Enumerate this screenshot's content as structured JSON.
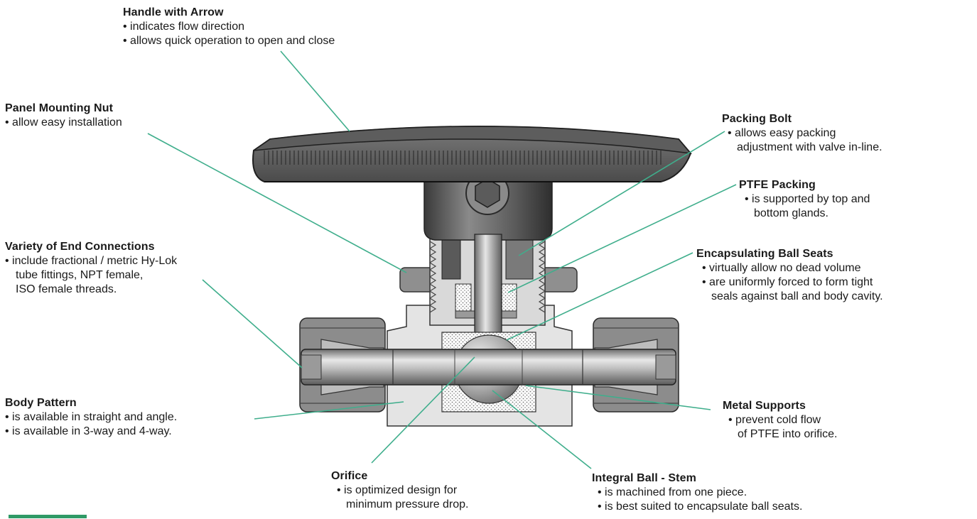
{
  "colors": {
    "leader": "#3fae8c",
    "metal_dark": "#4a4a4a",
    "metal_mid": "#8e8e8e",
    "metal_light": "#cfcfcf",
    "body_fill": "#e6e6e6"
  },
  "callouts": {
    "handle": {
      "title": "Handle with Arrow",
      "bullets": [
        "• indicates flow direction",
        "• allows quick operation to open and close"
      ]
    },
    "panel_nut": {
      "title": "Panel Mounting Nut",
      "bullets": [
        "• allow easy installation"
      ]
    },
    "variety": {
      "title": "Variety of End Connections",
      "bullets": [
        "• include fractional / metric Hy-Lok",
        "tube fittings, NPT female,",
        "ISO female threads."
      ]
    },
    "body_pattern": {
      "title": "Body Pattern",
      "bullets": [
        "• is available in straight and angle.",
        "• is available in 3-way and 4-way."
      ]
    },
    "orifice": {
      "title": "Orifice",
      "bullets": [
        "• is optimized design for",
        "minimum pressure drop."
      ]
    },
    "ball_stem": {
      "title": "Integral Ball - Stem",
      "bullets": [
        "• is machined from one piece.",
        "• is best suited to encapsulate ball seats."
      ]
    },
    "metal_supports": {
      "title": "Metal Supports",
      "bullets": [
        "• prevent cold flow",
        "of PTFE into orifice."
      ]
    },
    "ball_seats": {
      "title": "Encapsulating Ball Seats",
      "bullets": [
        "• virtually allow no dead volume",
        "• are uniformly forced to form tight",
        "seals against ball and body cavity."
      ]
    },
    "ptfe": {
      "title": "PTFE Packing",
      "bullets": [
        "• is supported by top and",
        "bottom glands."
      ]
    },
    "packing_bolt": {
      "title": "Packing Bolt",
      "bullets": [
        "• allows easy packing",
        "adjustment with valve in-line."
      ]
    }
  }
}
